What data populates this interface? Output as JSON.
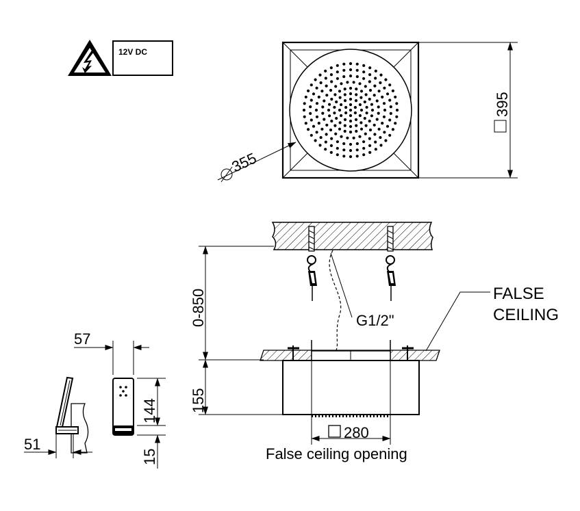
{
  "warning": {
    "label": "12V DC",
    "icon": "electrical-hazard-icon"
  },
  "top_view": {
    "square_dim": "395",
    "diameter_dim": "355"
  },
  "side_view": {
    "drop_dim": "0-850",
    "connection_label": "G1/2\"",
    "false_ceiling_label_1": "FALSE",
    "false_ceiling_label_2": "CEILING",
    "height_dim": "155",
    "opening_dim": "280",
    "opening_caption": "False ceiling opening"
  },
  "control_unit": {
    "width_dim": "57",
    "height_dim": "144",
    "base_dim": "15",
    "depth_dim": "51"
  }
}
